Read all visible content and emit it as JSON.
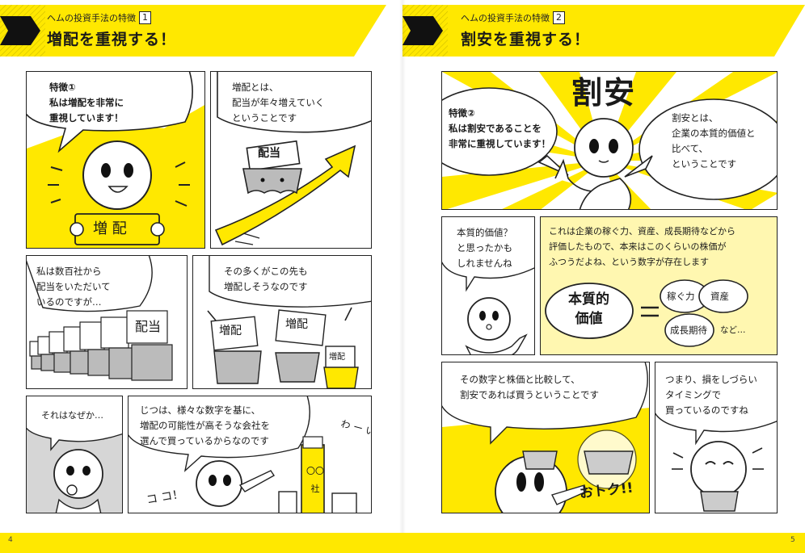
{
  "colors": {
    "accent_yellow": "#ffe800",
    "ink": "#1a1a1a",
    "shade": "#d6d6d6"
  },
  "left": {
    "kicker": "ヘムの投資手法の特徴",
    "kicker_num": "1",
    "title": "増配を重視する！",
    "page_number": "4",
    "p1_text": "特徴①\n私は増配を非常に\n重視しています！",
    "p1_sign": "増 配",
    "p2_text": "増配とは、\n配当が年々増えていく\nということです",
    "p2_sign": "配当",
    "p3_text": "私は数百社から\n配当をいただいて\nいるのですが…",
    "p3_sign": "配当",
    "p4_text": "その多くがこの先も\n増配しそうなのです",
    "p4_sign1": "増配",
    "p4_sign2": "増配",
    "p4_sign3": "増配",
    "p5_text": "それはなぜか…",
    "p6_text": "じつは、様々な数字を基に、\n増配の可能性が高そうな会社を\n選んで買っているからなのです",
    "p6_sfx1": "コ コ！",
    "p6_sfx2": "わ ー い",
    "p6_building": "〇〇\n社"
  },
  "right": {
    "kicker": "ヘムの投資手法の特徴",
    "kicker_num": "2",
    "title": "割安を重視する！",
    "page_number": "5",
    "p1_big": "割安",
    "p1_text": "特徴②\n私は割安であることを\n非常に重視しています！",
    "p1_text2": "割安とは、\n企業の本質的価値と\n比べて、\nということです",
    "p2_text": "本質的価値？\nと思ったかも\nしれませんね",
    "p3_text": "これは企業の稼ぐ力、資産、成長期待などから\n評価したもので、本来はこのくらいの株価が\nふつうだよね、という数字が存在します",
    "p3_core": "本質的\n価値",
    "p3_eq": "=",
    "p3_c1": "稼ぐ力",
    "p3_c2": "資産",
    "p3_c3": "成長期待",
    "p3_etc": "など…",
    "p4_text": "その数字と株価と比較して、\n割安であれば買うということです",
    "p4_sfx": "おトク!!",
    "p5_text": "つまり、損をしづらい\nタイミングで\n買っているのですね"
  }
}
